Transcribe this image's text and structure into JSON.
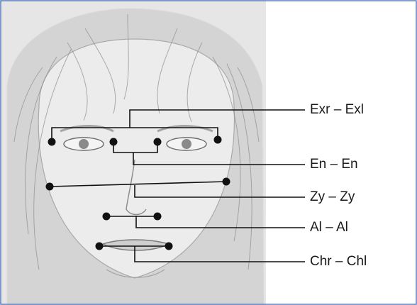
{
  "figure": {
    "labels": {
      "exr_exl": "Exr – Exl",
      "en_en": "En – En",
      "zy_zy": "Zy – Zy",
      "al_al": "Al – Al",
      "chr_chl": "Chr – Chl"
    }
  }
}
